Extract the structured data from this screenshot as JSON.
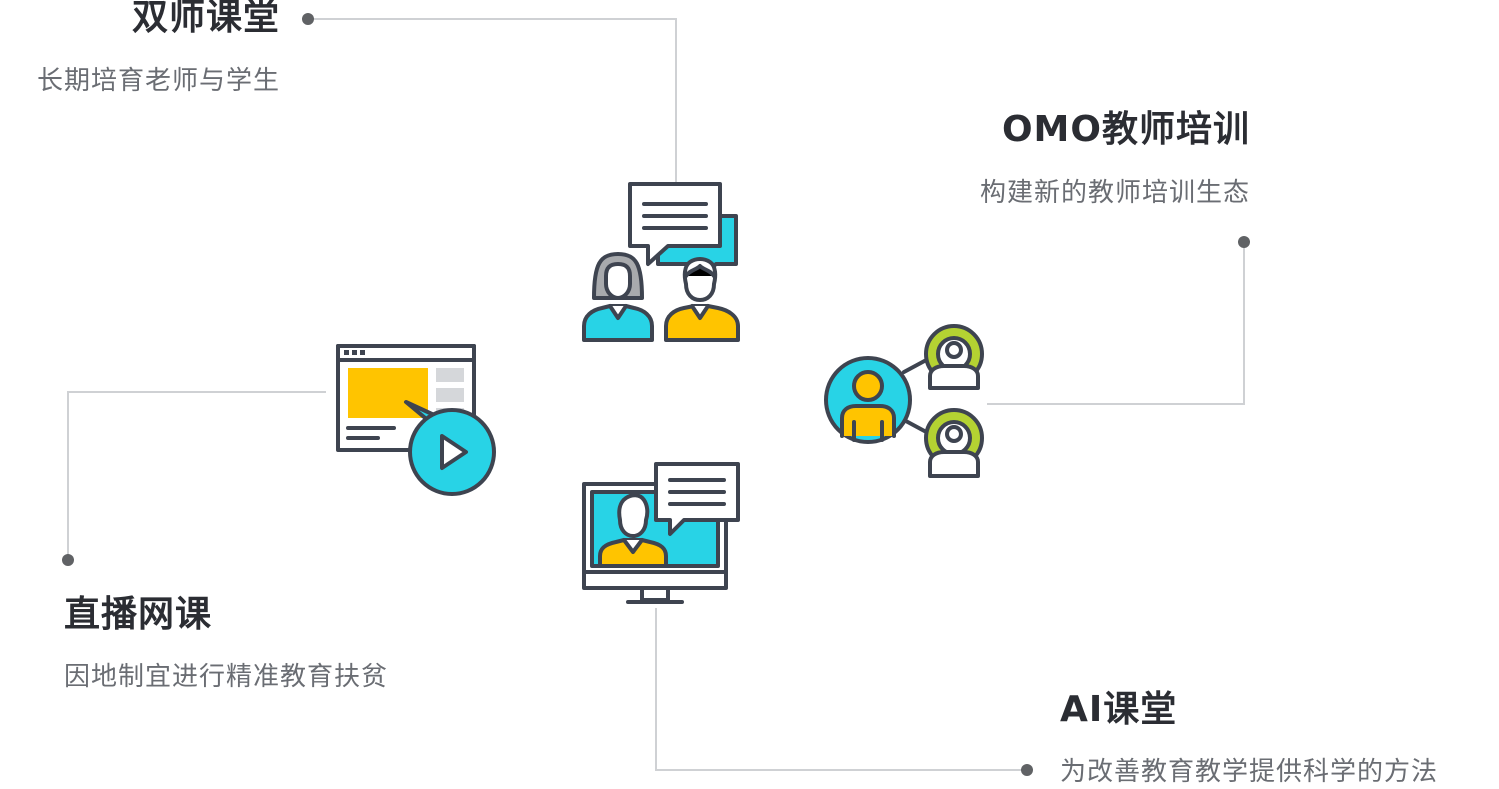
{
  "items": [
    {
      "id": "dual-teacher",
      "title": "双师课堂",
      "desc": "长期培育老师与学生"
    },
    {
      "id": "omo-training",
      "title": "OMO教师培训",
      "desc": "构建新的教师培训生态"
    },
    {
      "id": "live-course",
      "title": "直播网课",
      "desc": "因地制宜进行精准教育扶贫"
    },
    {
      "id": "ai-classroom",
      "title": "AI课堂",
      "desc": "为改善教育教学提供科学的方法"
    }
  ],
  "colors": {
    "outline": "#3e4450",
    "cyan": "#28d3e6",
    "yellow": "#ffc400",
    "lime": "#b4d232",
    "gray": "#a8aaad",
    "line": "#cfd1d4",
    "dot": "#606265"
  },
  "icons": [
    "chat-people-icon",
    "network-people-icon",
    "video-play-icon",
    "monitor-chat-icon"
  ]
}
